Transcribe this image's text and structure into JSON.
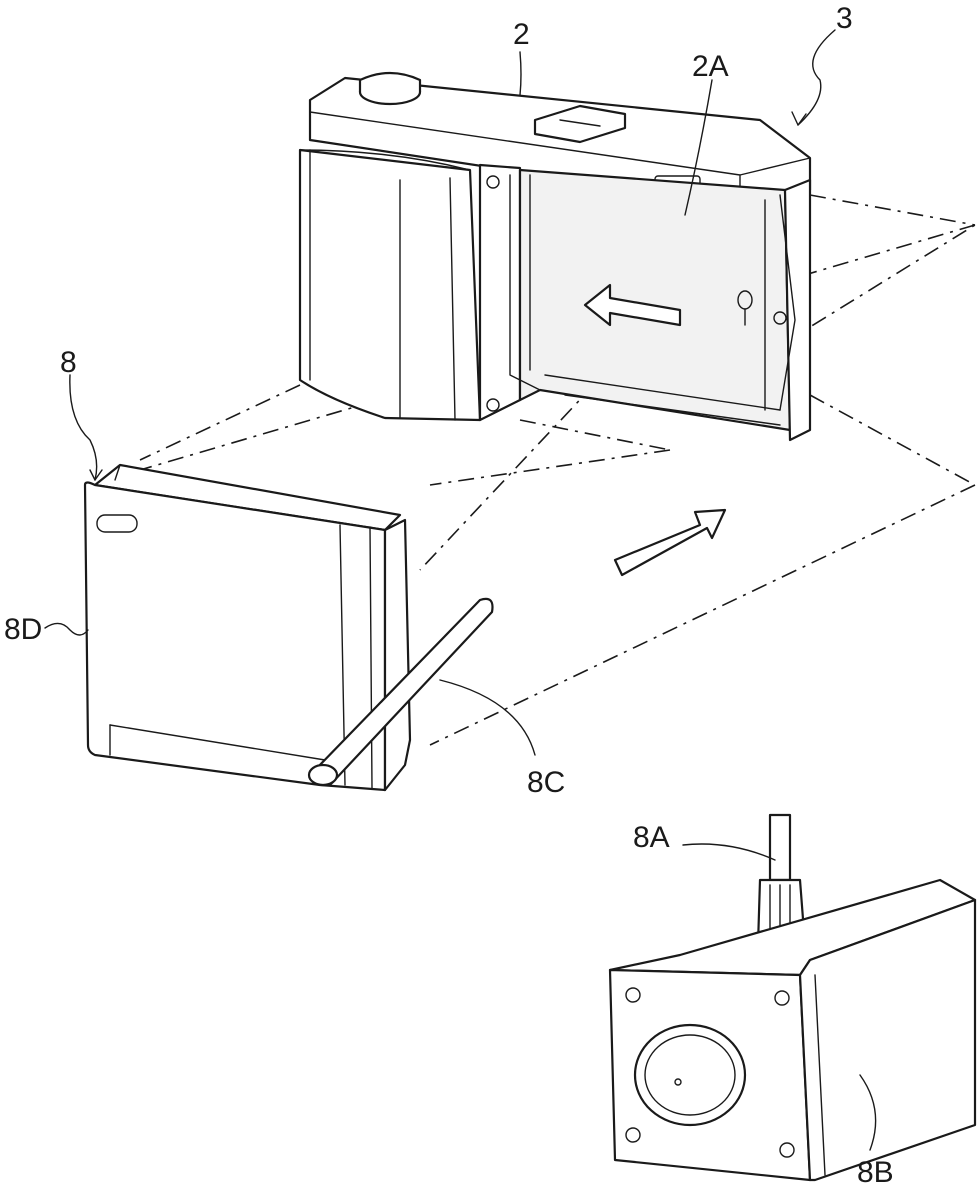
{
  "labels": {
    "ref_2": "2",
    "ref_2A": "2A",
    "ref_3": "3",
    "ref_8": "8",
    "ref_8D": "8D",
    "ref_8C": "8C",
    "ref_8A": "8A",
    "ref_8B": "8B"
  }
}
